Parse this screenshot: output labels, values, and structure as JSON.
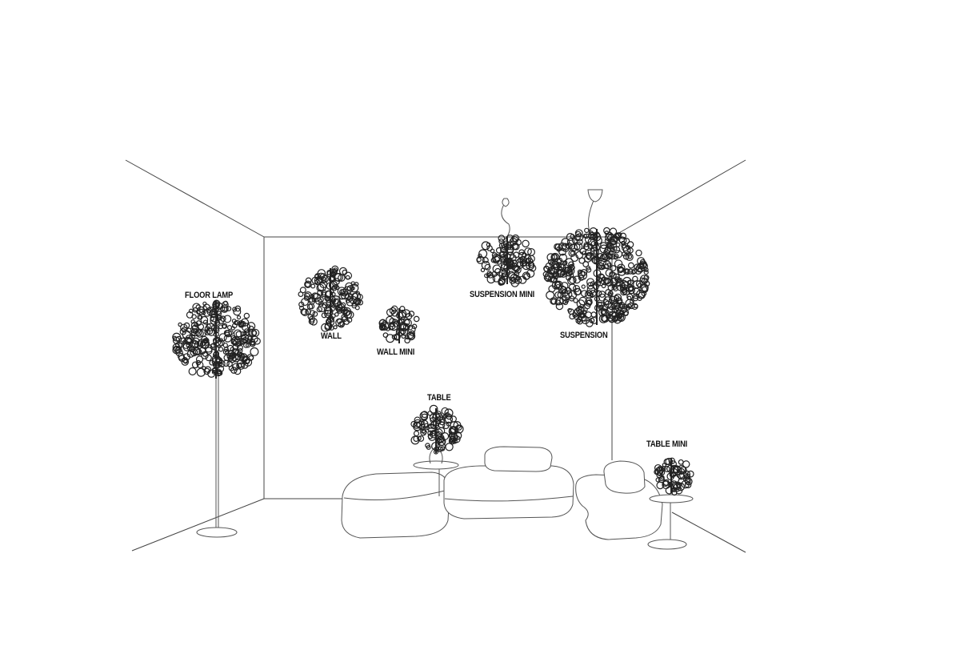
{
  "labels": {
    "floor_lamp": "FLOOR LAMP",
    "wall": "WALL",
    "wall_mini": "WALL MINI",
    "suspension_mini": "SUSPENSION MINI",
    "suspension": "SUSPENSION",
    "table": "TABLE",
    "table_mini": "TABLE MINI"
  },
  "colors": {
    "line": "#333333",
    "lamp": "#222222",
    "background": "#ffffff"
  }
}
